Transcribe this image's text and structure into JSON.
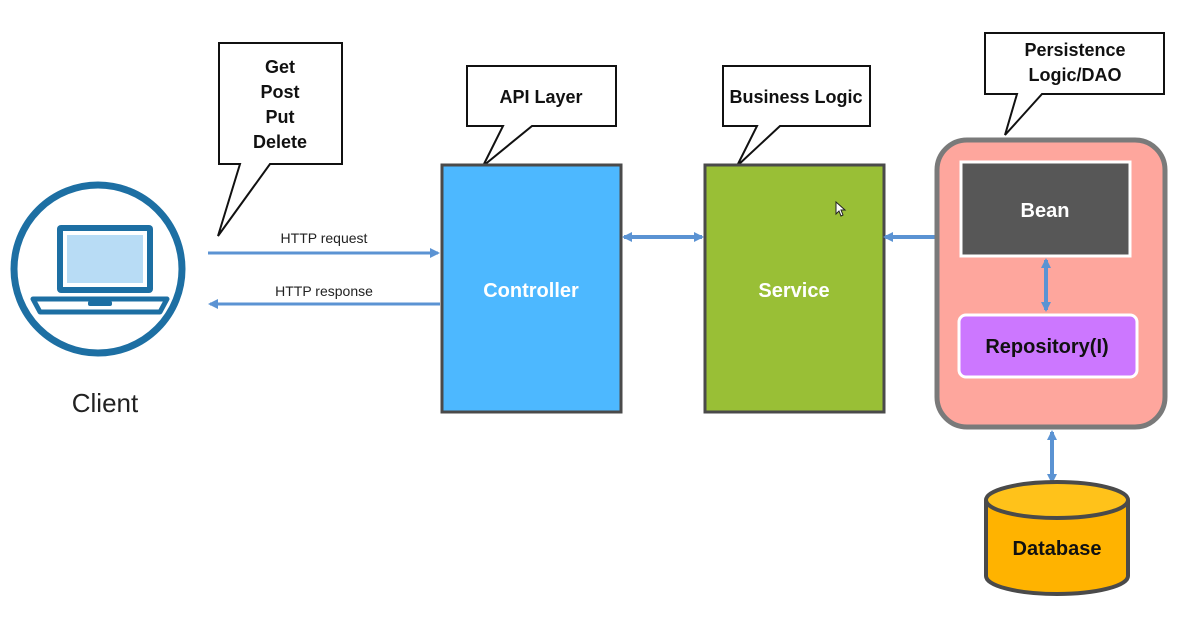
{
  "client": {
    "label": "Client",
    "icon": "laptop-icon"
  },
  "request_methods": [
    "Get",
    "Post",
    "Put",
    "Delete"
  ],
  "arrows": {
    "request_label": "HTTP request",
    "response_label": "HTTP response"
  },
  "layers": {
    "controller": {
      "label": "Controller",
      "callout": "API Layer",
      "color": "#4db8ff"
    },
    "service": {
      "label": "Service",
      "callout": "Business Logic",
      "color": "#99bf36"
    },
    "persistence": {
      "callout_line1": "Persistence",
      "callout_line2": "Logic/DAO",
      "color": "#fea69d",
      "bean": {
        "label": "Bean",
        "color": "#575757"
      },
      "repository": {
        "label": "Repository(I)",
        "color": "#cc77ff"
      }
    }
  },
  "database": {
    "label": "Database",
    "color": "#ffb300"
  },
  "colors": {
    "arrow": "#5b93d3",
    "client_ring": "#1d6fa3",
    "border": "#4a4a4a"
  }
}
